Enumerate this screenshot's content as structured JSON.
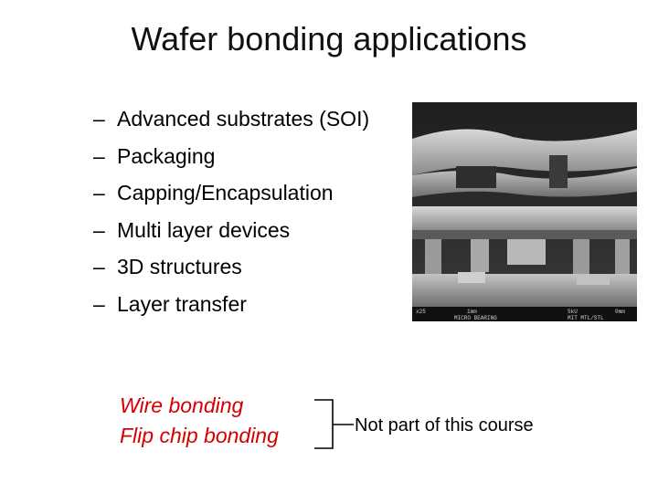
{
  "slide": {
    "title": "Wafer bonding applications",
    "bullet_marker": "–",
    "bullets": [
      "Advanced substrates (SOI)",
      "Packaging",
      "Capping/Encapsulation",
      "Multi layer devices",
      "3D structures",
      "Layer transfer"
    ],
    "excluded_topics": [
      "Wire bonding",
      "Flip chip bonding"
    ],
    "excluded_note": "Not part of this course",
    "sem_image": {
      "caption_left": "x25",
      "caption_middle": "1mm",
      "caption_subtitle": "MICRO BEARING",
      "caption_right_top": "5kU",
      "caption_right_bottom": "MIT MTL/STL",
      "caption_far_right": "0mm"
    },
    "colors": {
      "highlight_text": "#d40000",
      "text": "#000000"
    }
  }
}
